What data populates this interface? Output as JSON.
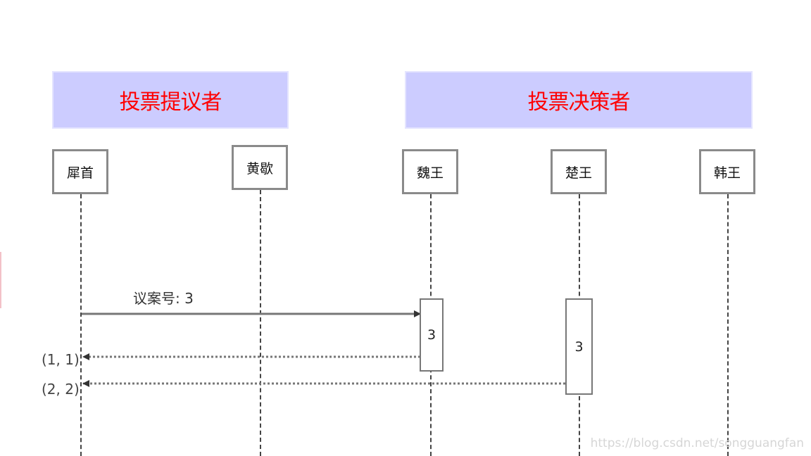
{
  "groups": {
    "proposers": "投票提议者",
    "deciders": "投票决策者"
  },
  "actors": [
    "犀首",
    "黄歇",
    "魏王",
    "楚王",
    "韩王"
  ],
  "messages": {
    "request_label": "议案号: 3",
    "activation_wei": "3",
    "activation_chu": "3",
    "return_1": "(1, 1)",
    "return_2": "(2, 2)"
  },
  "watermark": "https://blog.csdn.net/songguangfan",
  "colors": {
    "group_fill": "#ccccff",
    "group_text": "#ff0000"
  }
}
